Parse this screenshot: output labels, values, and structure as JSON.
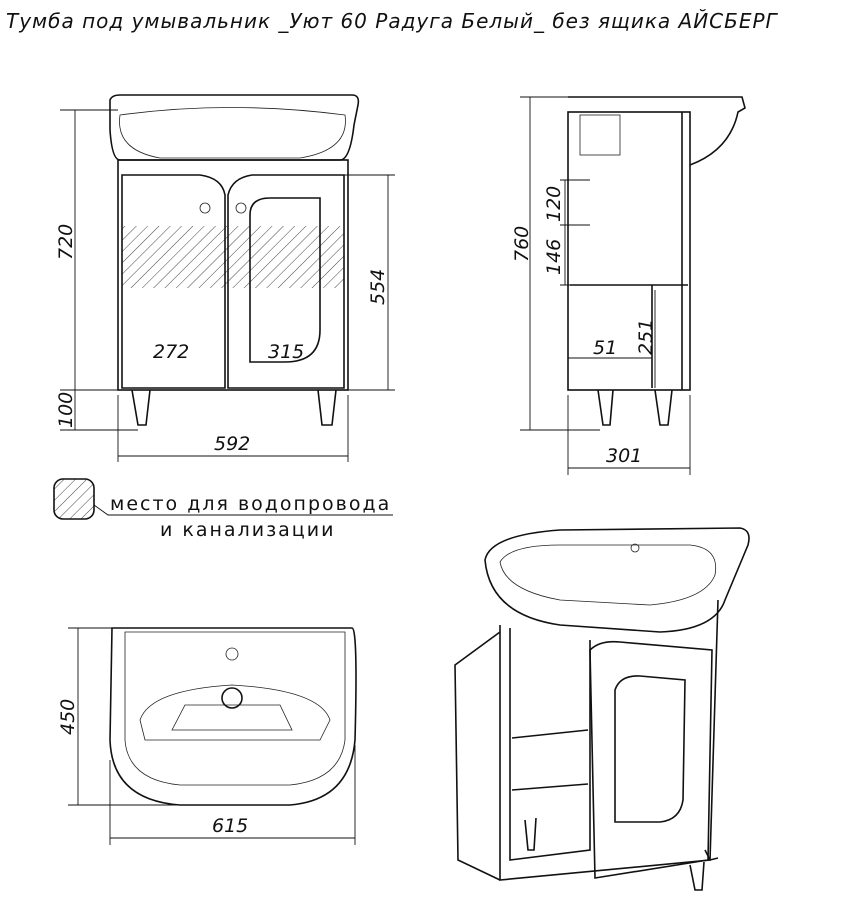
{
  "title": "Тумба под умывальник _Уют 60 Радуга Белый_ без ящика АЙСБЕРГ",
  "front_view": {
    "dims": {
      "total_height": "720",
      "leg_height": "100",
      "door_height": "554",
      "left_door_width": "272",
      "right_door_width": "315",
      "width": "592"
    }
  },
  "side_view": {
    "dims": {
      "total_height": "760",
      "shelf_gap_top": "120",
      "shelf_gap": "146",
      "shelf_offset": "51",
      "lower_height": "251",
      "depth": "301"
    }
  },
  "top_view": {
    "dims": {
      "depth": "450",
      "width": "615"
    }
  },
  "legend": {
    "line1": "место для водопровода",
    "line2": "и канализации"
  }
}
